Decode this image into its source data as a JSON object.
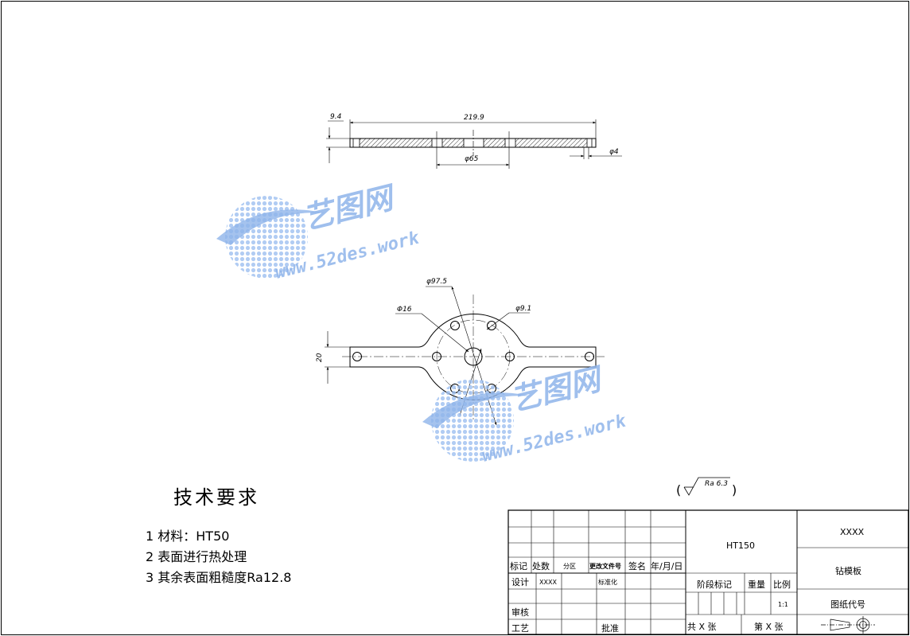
{
  "top_view": {
    "dim_total_length": "219.9",
    "dim_thickness": "9.4",
    "dim_center_diameter": "φ65",
    "dim_small_hole": "φ4"
  },
  "front_view": {
    "dim_outer_circle": "φ97.5",
    "dim_center_hole": "Φ16",
    "dim_bolt_hole": "φ9.1",
    "dim_arm_width": "20"
  },
  "watermark": {
    "brand": "艺图网",
    "url": "www.52des.work"
  },
  "roughness": {
    "label": "Ra 6.3"
  },
  "tech_requirements": {
    "title": "技术要求",
    "items": [
      "1  材料：HT50",
      "2  表面进行热处理",
      "3  其余表面粗糙度Ra12.8"
    ]
  },
  "title_block": {
    "material": "HT150",
    "company": "XXXX",
    "part_name": "钻模板",
    "drawing_code_label": "图纸代号",
    "mark_label": "标记",
    "count_label": "处数",
    "zone_label": "分区",
    "change_doc_label": "更改文件号",
    "sign_label": "签名",
    "date_label": "年/月/日",
    "design_label": "设计",
    "designer": "XXXX",
    "standard_label": "标准化",
    "review_label": "审核",
    "process_label": "工艺",
    "approve_label": "批准",
    "stage_label": "阶段标记",
    "weight_label": "重量",
    "scale_label": "比例",
    "scale": "1:1",
    "total_sheets": "共  X  张",
    "sheet_no": "第  X  张"
  }
}
